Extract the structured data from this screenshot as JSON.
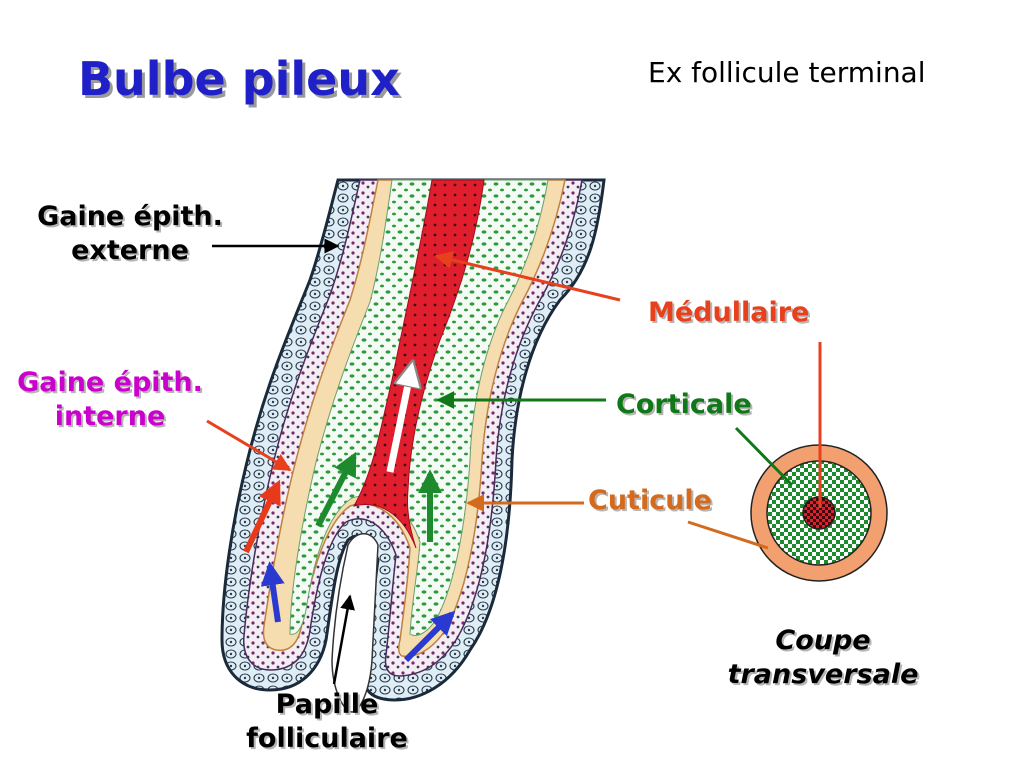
{
  "title": "Bulbe pileux",
  "subtitle": "Ex follicule terminal",
  "labels": {
    "gaine_externe": [
      "Gaine épith.",
      "externe"
    ],
    "gaine_interne": [
      "Gaine épith.",
      "interne"
    ],
    "medullaire": "Médullaire",
    "corticale": "Corticale",
    "cuticule": "Cuticule",
    "coupe": [
      "Coupe",
      "transversale"
    ],
    "papille": [
      "Papille",
      "folliculaire"
    ]
  },
  "colors": {
    "title": "#2020c8",
    "gaine_interne": "#cc00cc",
    "medullaire": "#e8401c",
    "corticale": "#107818",
    "cuticule": "#d46a1e",
    "medulla_fill": "#e01e2e",
    "cortex_dots": "#1e8a2e",
    "cuticle_fill": "#f2a070",
    "arrow_blue": "#2a3ad0",
    "arrow_red": "#e83a1a"
  }
}
